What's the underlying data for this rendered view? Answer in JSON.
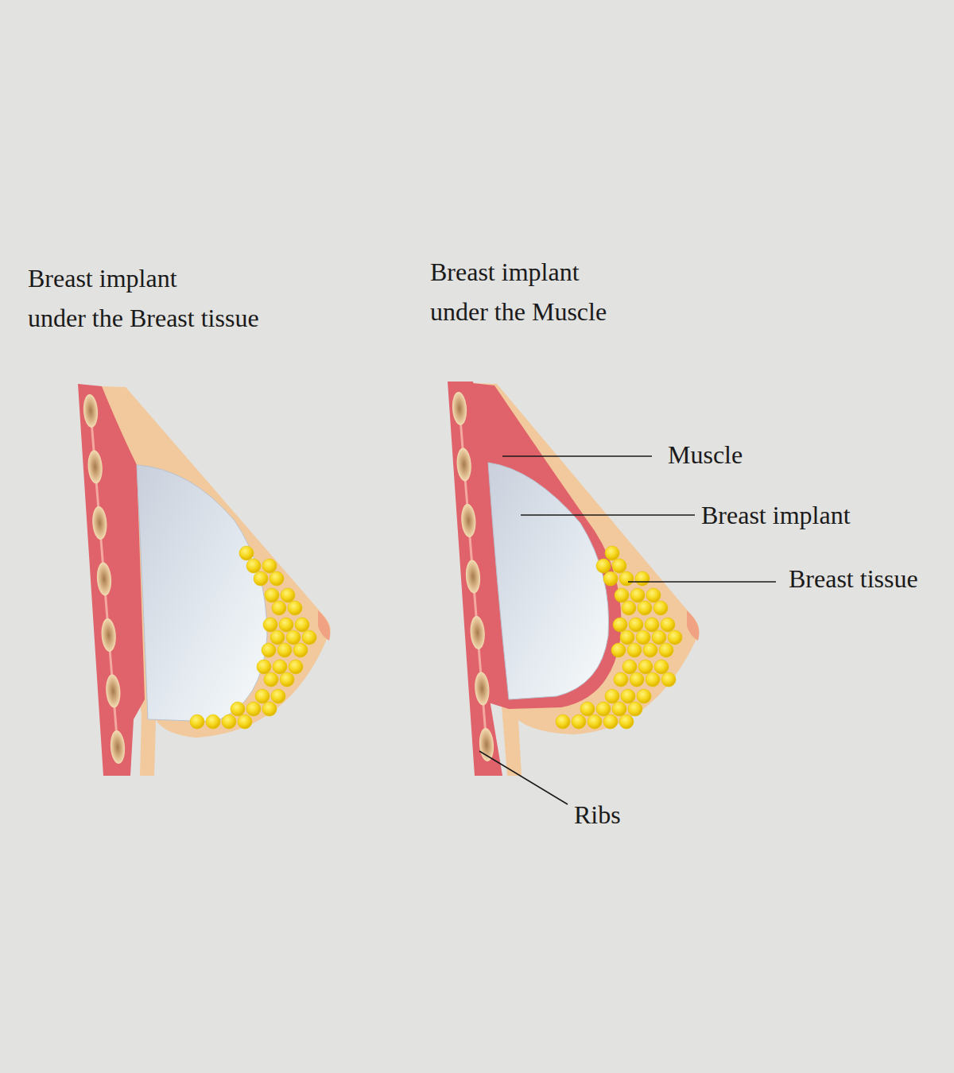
{
  "diagram": {
    "labels": [
      "Breast implant under the Breast tissue",
      "Breast implant under the Muscle",
      "Muscle",
      "Breast implant",
      "Breast tissue",
      "Ribs"
    ]
  }
}
